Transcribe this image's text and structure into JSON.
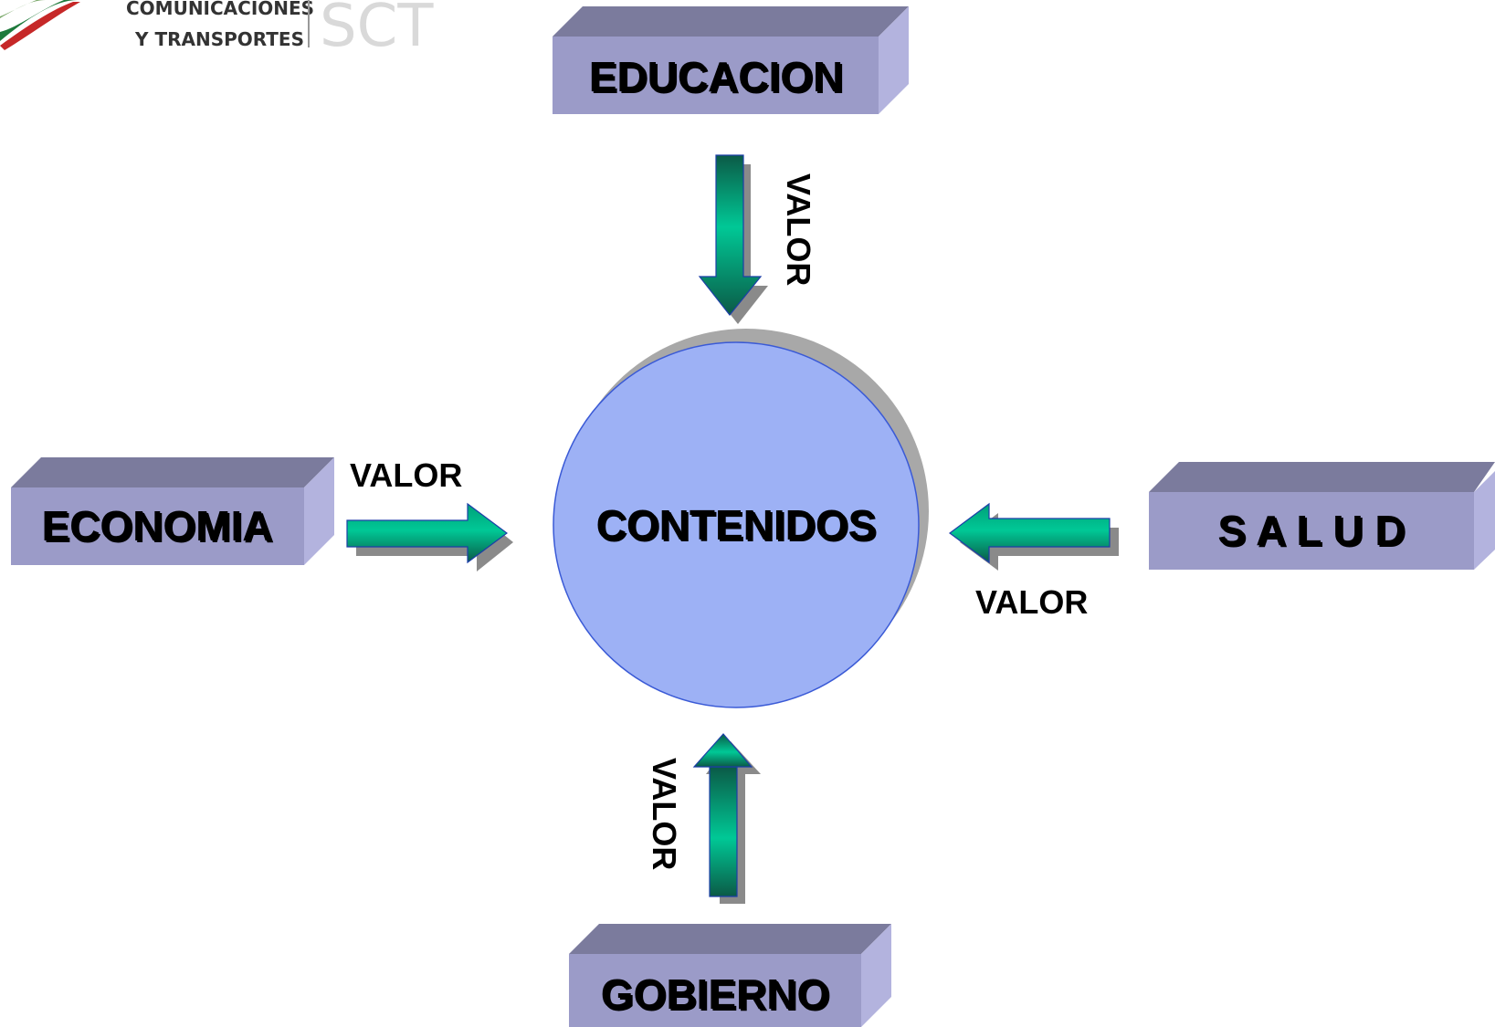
{
  "logo": {
    "line1": "COMUNICACIONES",
    "line2": "Y TRANSPORTES",
    "mark": "SCT",
    "icon": "sct-swoosh-logo"
  },
  "center": {
    "label": "CONTENIDOS",
    "color": "#9db1f5"
  },
  "boxes": {
    "educacion": "EDUCACION",
    "economia": "ECONOMIA",
    "salud": "S A L U D",
    "gobierno": "GOBIERNO"
  },
  "arrows": {
    "top_label": "VALOR",
    "left_label": "VALOR",
    "right_label": "VALOR",
    "bottom_label": "VALOR"
  },
  "colors": {
    "box_front": "#9b9bc8",
    "box_top": "#7b7b9d",
    "box_side": "#b3b3de",
    "arrow_light": "#00c896",
    "arrow_dark": "#0a5a46"
  }
}
